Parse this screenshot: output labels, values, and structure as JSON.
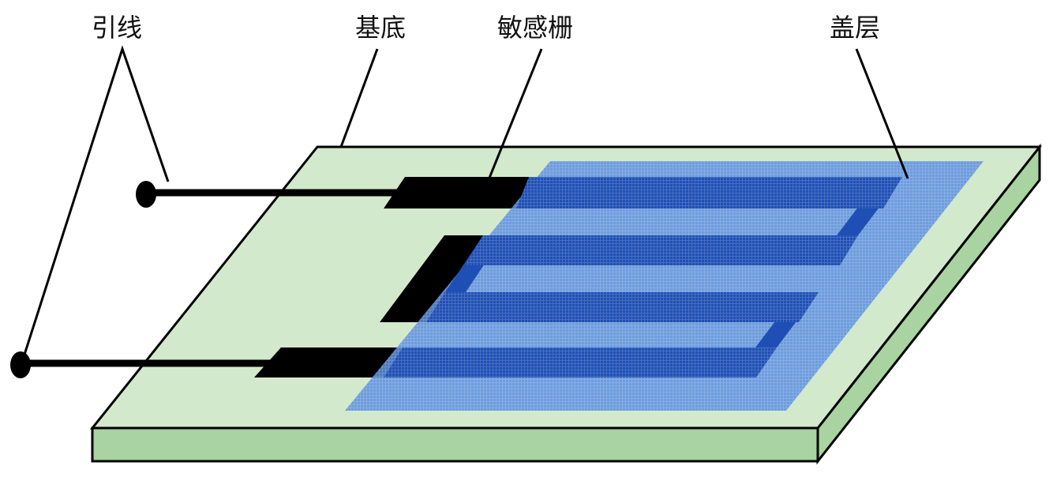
{
  "labels": {
    "lead_wire": "引线",
    "substrate": "基底",
    "sensitive_grid": "敏感栅",
    "cover_layer": "盖层"
  },
  "colors": {
    "substrate_top": "#d3e9cb",
    "substrate_side": "#a9d3a0",
    "grid_conductor": "#1f4fb5",
    "cover_layer": "#5a8ee0",
    "lead": "#000000",
    "label_text": "#111111"
  }
}
